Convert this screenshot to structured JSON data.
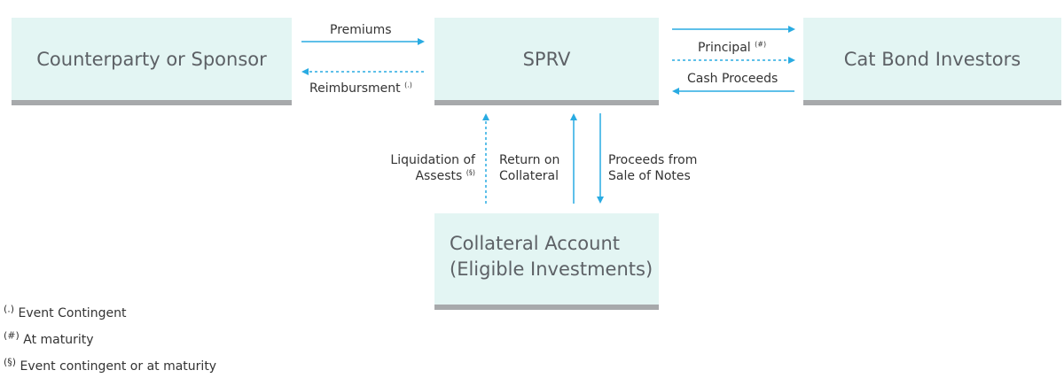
{
  "boxes": {
    "counterparty": "Counterparty or Sponsor",
    "sprv": "SPRV",
    "investors": "Cat Bond Investors",
    "collateral_line1": "Collateral Account",
    "collateral_line2": "(Eligible Investments)"
  },
  "flows": {
    "premiums": "Premiums",
    "reimbursment": "Reimbursment",
    "reimbursment_mark": "(.)",
    "principal": "Principal",
    "principal_mark": "(#)",
    "cash_proceeds": "Cash Proceeds",
    "liquidation_line1": "Liquidation of",
    "liquidation_line2": "Assests",
    "liquidation_mark": "(§)",
    "return_line1": "Return on",
    "return_line2": "Collateral",
    "proceeds_line1": "Proceeds from",
    "proceeds_line2": "Sale of Notes"
  },
  "footnotes": [
    {
      "mark": "(.)",
      "text": "Event Contingent"
    },
    {
      "mark": "(#)",
      "text": "At maturity"
    },
    {
      "mark": "(§)",
      "text": "Event contingent or at maturity"
    }
  ],
  "colors": {
    "arrow": "#29abe2",
    "box_fill": "#e3f5f3",
    "box_border": "#a7a9ab"
  }
}
